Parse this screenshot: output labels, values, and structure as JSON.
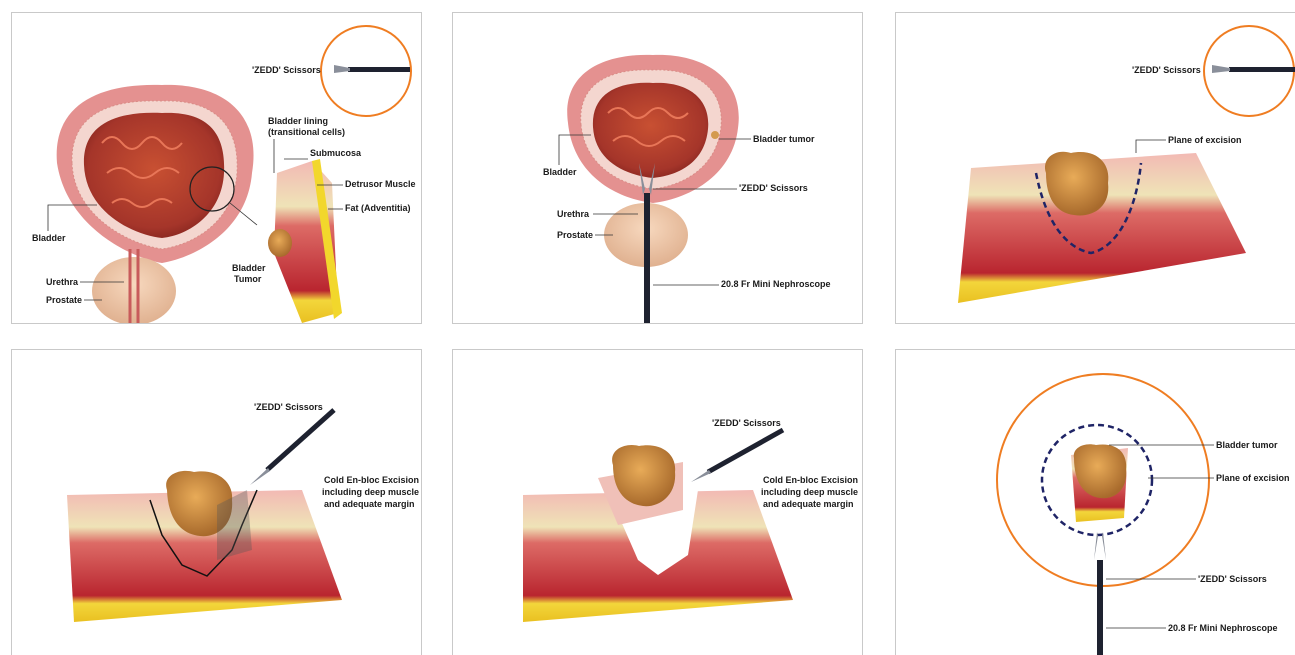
{
  "panel1": {
    "scissors_label": "'ZEDD' Scissors",
    "bladder_lining_line1": "Bladder lining",
    "bladder_lining_line2": "(transitional cells)",
    "submucosa": "Submucosa",
    "detrusor": "Detrusor Muscle",
    "fat": "Fat (Adventitia)",
    "bladder": "Bladder",
    "bladder_tumor_line1": "Bladder",
    "bladder_tumor_line2": "Tumor",
    "urethra": "Urethra",
    "prostate": "Prostate"
  },
  "panel2": {
    "bladder": "Bladder",
    "bladder_tumor": "Bladder tumor",
    "scissors_label": "'ZEDD' Scissors",
    "urethra": "Urethra",
    "prostate": "Prostate",
    "nephroscope": "20.8 Fr Mini Nephroscope"
  },
  "panel3": {
    "scissors_label": "'ZEDD' Scissors",
    "plane": "Plane of excision"
  },
  "panel4": {
    "scissors_label": "'ZEDD' Scissors",
    "excision_line1": "Cold En-bloc Excision",
    "excision_line2": "including deep muscle",
    "excision_line3": "and adequate margin"
  },
  "panel5": {
    "scissors_label": "'ZEDD' Scissors",
    "excision_line1": "Cold En-bloc Excision",
    "excision_line2": "including deep muscle",
    "excision_line3": "and adequate margin"
  },
  "panel6": {
    "bladder_tumor": "Bladder tumor",
    "plane": "Plane of excision",
    "scissors_label": "'ZEDD' Scissors",
    "nephroscope": "20.8 Fr Mini Nephroscope"
  },
  "colors": {
    "orange_circle": "#ef7d22",
    "navy_dash": "#1f2466",
    "muscle": "#c8323c",
    "fat": "#f2d72c",
    "tumor": "#c9873c",
    "bladder_outer": "#d9676a"
  }
}
